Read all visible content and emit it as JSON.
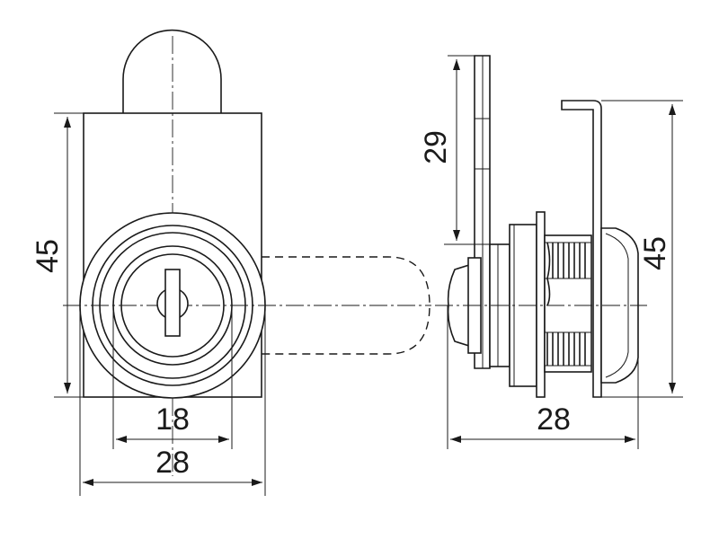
{
  "dimensions": {
    "front_height": "45",
    "front_key_diameter": "18",
    "front_width": "28",
    "side_cam_height": "29",
    "side_height": "45",
    "side_width": "28"
  }
}
